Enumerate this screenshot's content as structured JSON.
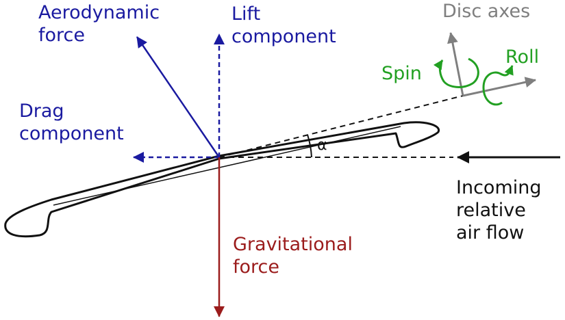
{
  "labels": {
    "aerodynamic_force": [
      "Aerodynamic",
      "force"
    ],
    "lift_component": [
      "Lift",
      "component"
    ],
    "drag_component": [
      "Drag",
      "component"
    ],
    "gravitational_force": [
      "Gravitational",
      "force"
    ],
    "incoming_air_flow": [
      "Incoming",
      "relative",
      "air flow"
    ],
    "disc_axes": "Disc axes",
    "spin": "Spin",
    "roll": "Roll",
    "angle_of_attack": "α"
  },
  "colors": {
    "force_blue": "#1a1aa0",
    "gravity_red": "#9b1c1c",
    "rotation_green": "#22a022",
    "axes_grey": "#7f7f7f",
    "outline_black": "#111111"
  }
}
